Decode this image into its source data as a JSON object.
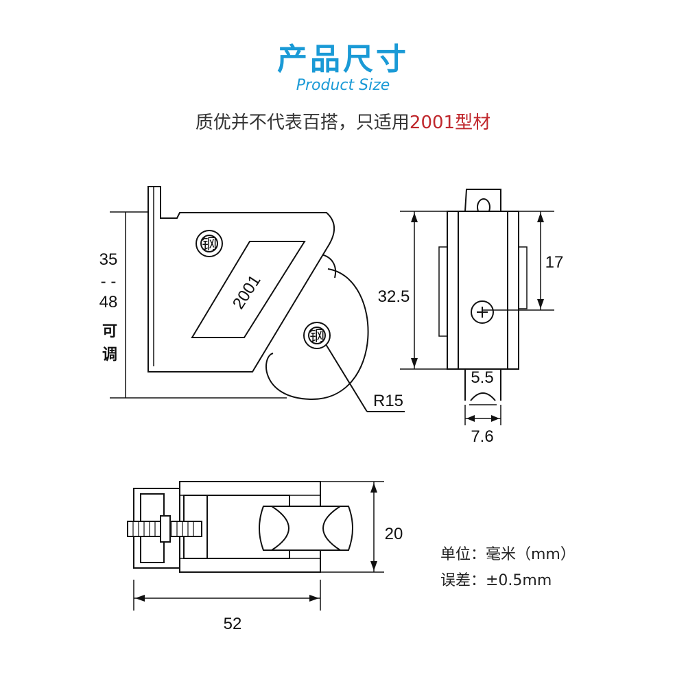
{
  "header": {
    "title": "产品尺寸",
    "subtitle": "Product Size",
    "note_prefix": "质优并不代表百搭，只适用",
    "note_highlight": "2001型材"
  },
  "side_view": {
    "plate_label": "2001",
    "screw_top_label": "钢",
    "screw_bottom_label": "钢",
    "height_top": "35",
    "height_sep": "- -",
    "height_bottom": "48",
    "adjustable_1": "可",
    "adjustable_2": "调",
    "radius_label": "R15"
  },
  "front_view": {
    "height_label": "32.5",
    "screw_height_label": "17",
    "groove_label": "5.5",
    "wheel_width_label": "7.6"
  },
  "top_view": {
    "width_label": "20",
    "length_label": "52"
  },
  "units": {
    "unit_line": "单位：毫米（mm）",
    "tolerance_line": "误差：±0.5mm"
  },
  "colors": {
    "accent": "#1a9ad6",
    "highlight": "#c0282d"
  }
}
